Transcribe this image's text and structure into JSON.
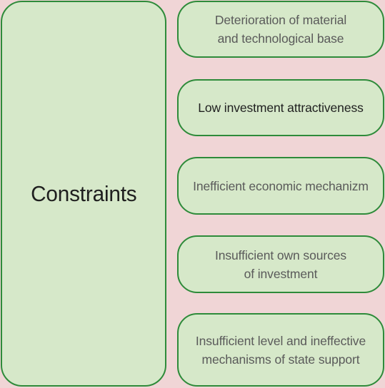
{
  "colors": {
    "background": "#f0d5d6",
    "box_fill": "#d6e8c9",
    "box_border": "#2e8b3a"
  },
  "main": {
    "label": "Constraints"
  },
  "items": [
    {
      "label": "Deterioration of material\nand technological base"
    },
    {
      "label": "Low investment attractiveness"
    },
    {
      "label": "Inefficient economic mechanizm"
    },
    {
      "label": "Insufficient own sources\nof investment"
    },
    {
      "label": "Insufficient level and ineffective\nmechanisms of state support"
    }
  ]
}
